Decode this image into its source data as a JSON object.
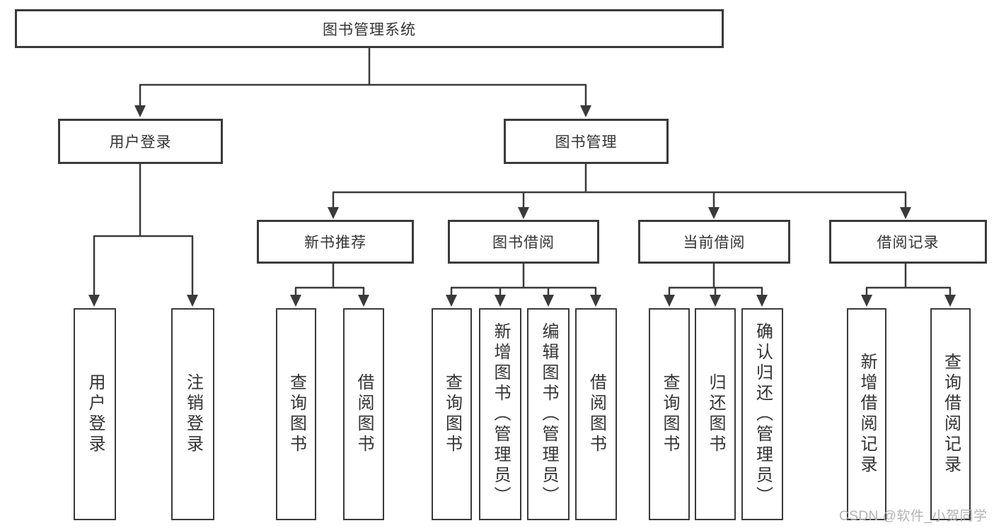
{
  "tree": {
    "root": "图书管理系统",
    "level2": [
      {
        "label": "用户登录",
        "children": [
          {
            "label": "用户登录"
          },
          {
            "label": "注销登录"
          }
        ]
      },
      {
        "label": "图书管理",
        "children": [
          {
            "label": "新书推荐",
            "children": [
              {
                "label": "查询图书"
              },
              {
                "label": "借阅图书"
              }
            ]
          },
          {
            "label": "图书借阅",
            "children": [
              {
                "label": "查询图书"
              },
              {
                "label": "新增图书（管理员）"
              },
              {
                "label": "编辑图书（管理员）"
              },
              {
                "label": "借阅图书"
              }
            ]
          },
          {
            "label": "当前借阅",
            "children": [
              {
                "label": "查询图书"
              },
              {
                "label": "归还图书"
              },
              {
                "label": "确认归还（管理员）"
              }
            ]
          },
          {
            "label": "借阅记录",
            "children": [
              {
                "label": "新增借阅记录"
              },
              {
                "label": "查询借阅记录"
              }
            ]
          }
        ]
      }
    ]
  },
  "watermark": {
    "text": "CSDN @软件_小贺同学"
  },
  "colors": {
    "line": "#3a3a3a",
    "text": "#333333",
    "watermark": "#b3b3b3",
    "background": "#ffffff"
  }
}
